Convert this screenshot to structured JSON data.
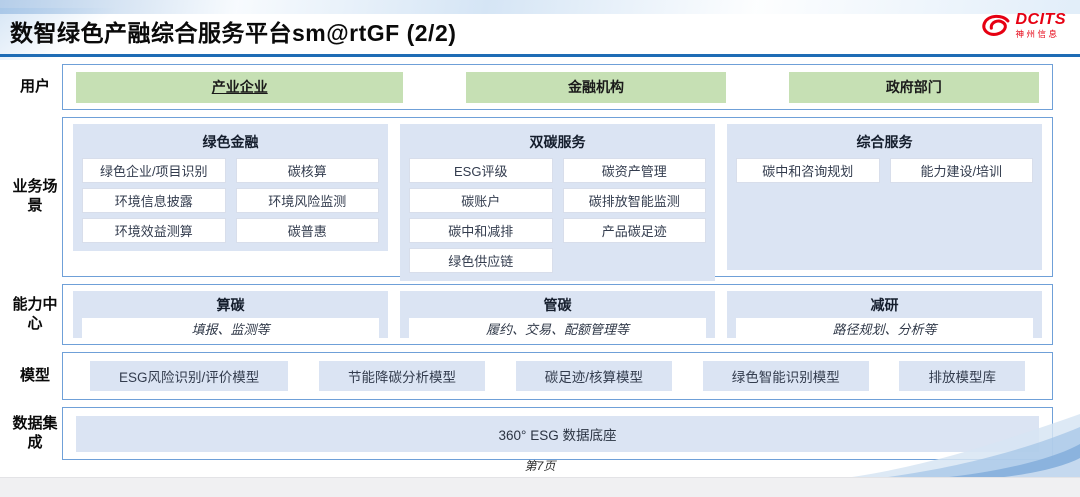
{
  "header": {
    "title": "数智绿色产融综合服务平台sm@rtGF (2/2)",
    "logo": {
      "name": "DCITS",
      "subtitle": "神州信息",
      "color": "#e60012"
    }
  },
  "colors": {
    "accent_blue": "#1e6cb5",
    "row_border_blue": "#6fa0d8",
    "green_box": "#c6e0b4",
    "lavender_box": "#dbe4f3"
  },
  "sections": {
    "users": {
      "label": "用户",
      "items": [
        "产业企业",
        "金融机构",
        "政府部门"
      ]
    },
    "business": {
      "label": "业务场景",
      "columns": [
        {
          "title": "绿色金融",
          "items": [
            "绿色企业/项目识别",
            "碳核算",
            "环境信息披露",
            "环境风险监测",
            "环境效益测算",
            "碳普惠"
          ]
        },
        {
          "title": "双碳服务",
          "items": [
            "ESG评级",
            "碳资产管理",
            "碳账户",
            "碳排放智能监测",
            "碳中和减排",
            "产品碳足迹",
            "绿色供应链"
          ]
        },
        {
          "title": "综合服务",
          "items": [
            "碳中和咨询规划",
            "能力建设/培训"
          ]
        }
      ]
    },
    "capability": {
      "label": "能力中心",
      "panels": [
        {
          "title": "算碳",
          "desc": "填报、监测等"
        },
        {
          "title": "管碳",
          "desc": "履约、交易、配额管理等"
        },
        {
          "title": "减研",
          "desc": "路径规划、分析等"
        }
      ]
    },
    "models": {
      "label": "模型",
      "items": [
        "ESG风险识别/评价模型",
        "节能降碳分析模型",
        "碳足迹/核算模型",
        "绿色智能识别模型",
        "排放模型库"
      ]
    },
    "data_integration": {
      "label": "数据集成",
      "items": [
        "360° ESG 数据底座"
      ]
    }
  },
  "footer": {
    "page": "第7页"
  }
}
